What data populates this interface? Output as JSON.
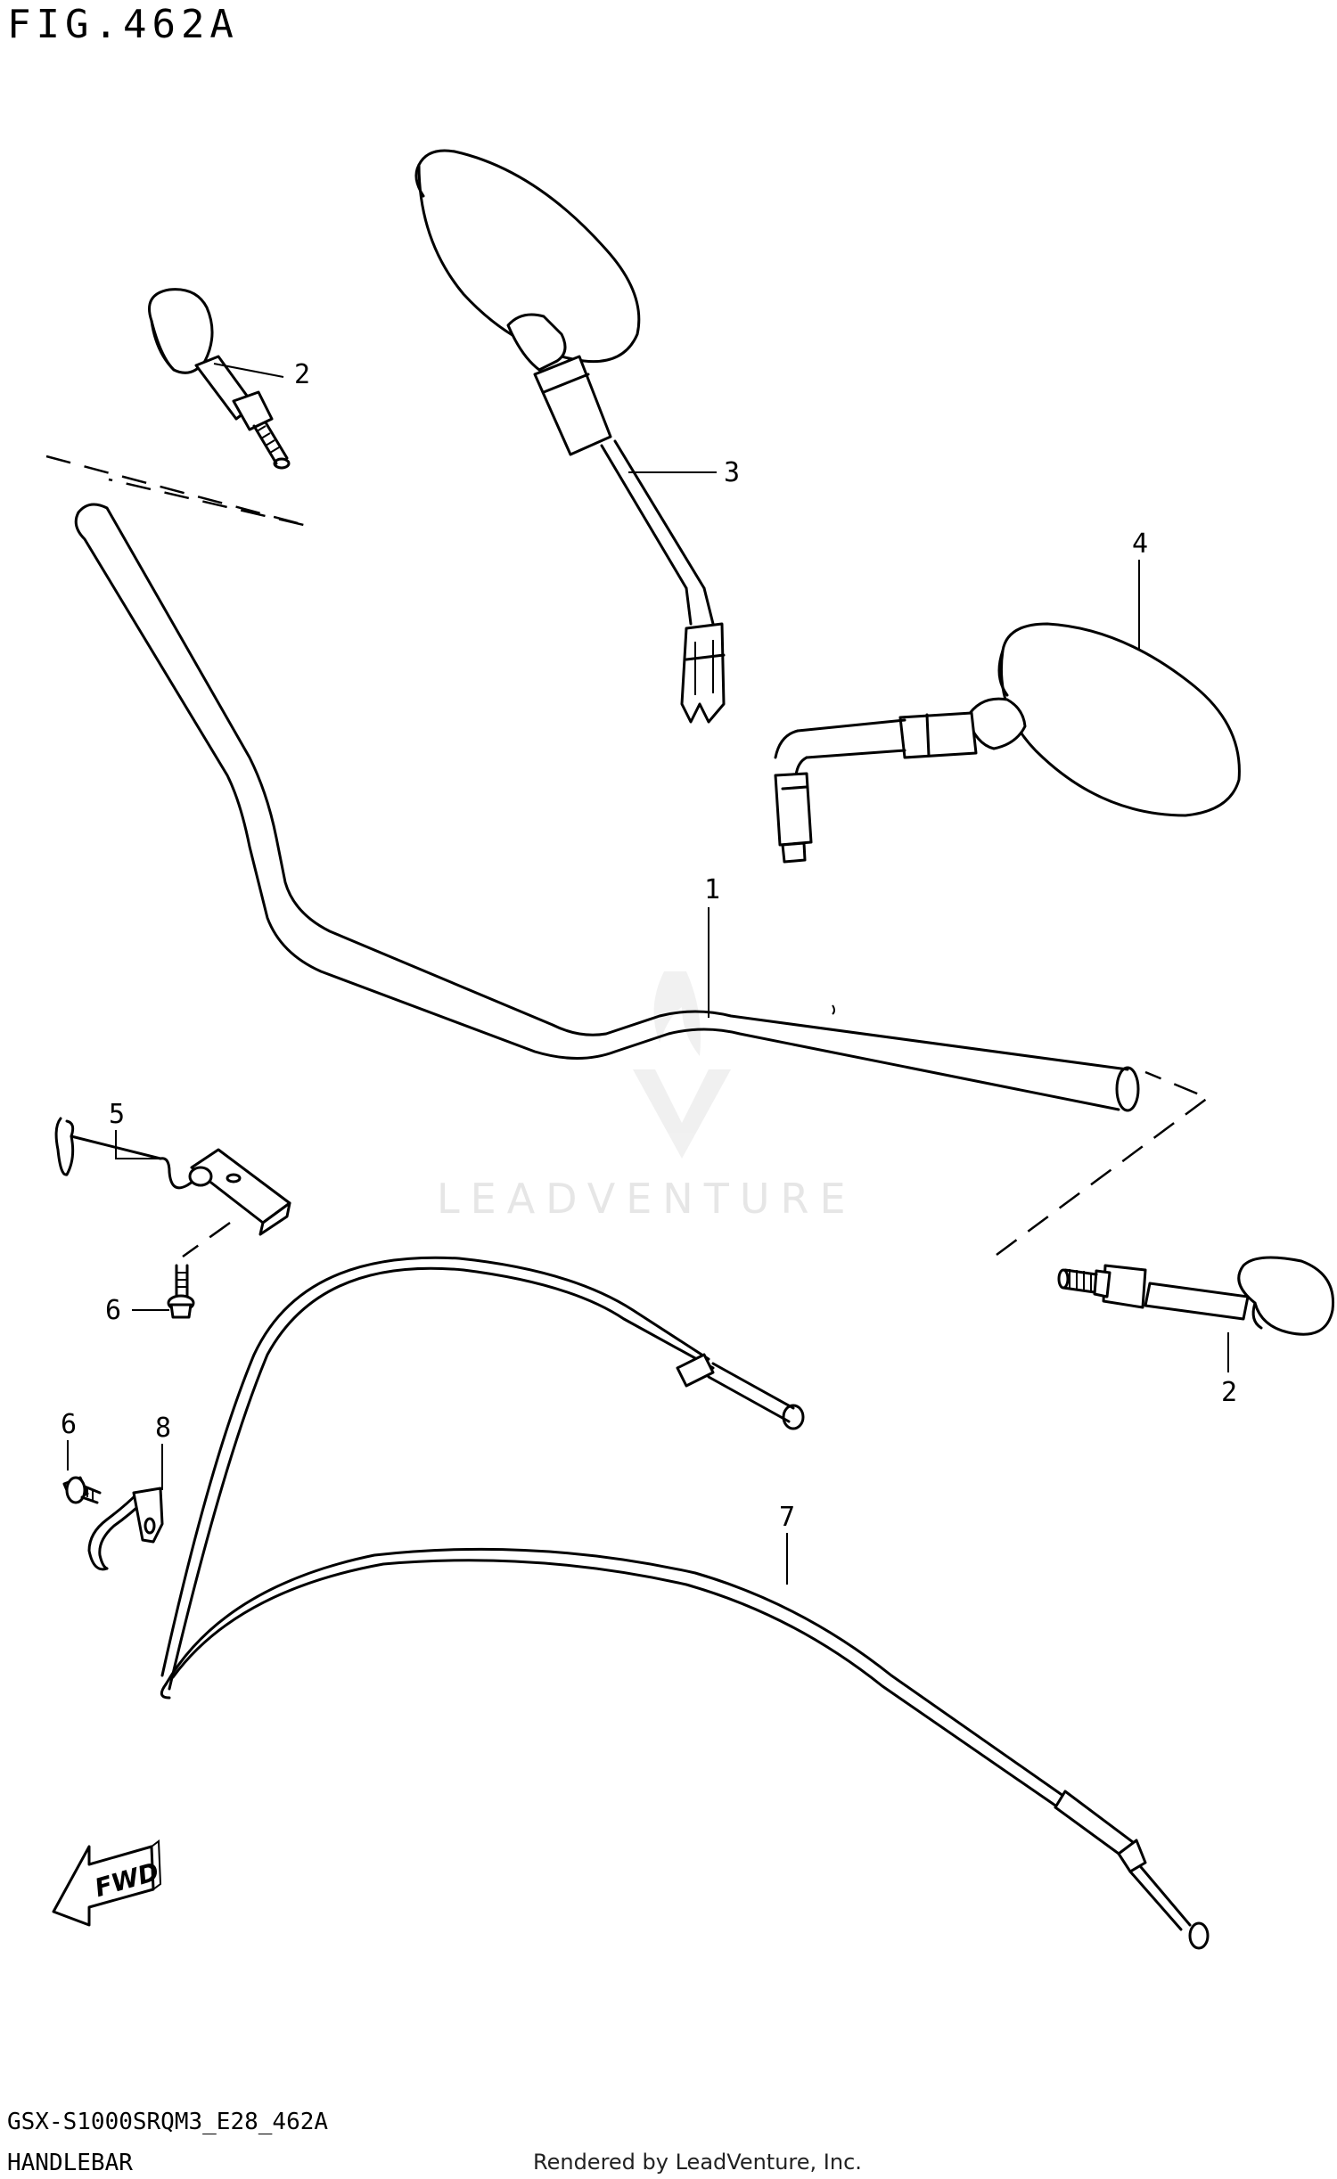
{
  "header": {
    "figure_title": "FIG.462A"
  },
  "footer": {
    "model_code": "GSX-S1000SRQM3_E28_462A",
    "section_name": "HANDLEBAR",
    "credit": "Rendered by LeadVenture, Inc."
  },
  "watermark": {
    "text": "LEADVENTURE"
  },
  "callouts": {
    "c1": "1",
    "c2a": "2",
    "c2b": "2",
    "c3": "3",
    "c4": "4",
    "c5": "5",
    "c6a": "6",
    "c6b": "6",
    "c7": "7",
    "c8": "8"
  },
  "fwd_label": "FWD"
}
